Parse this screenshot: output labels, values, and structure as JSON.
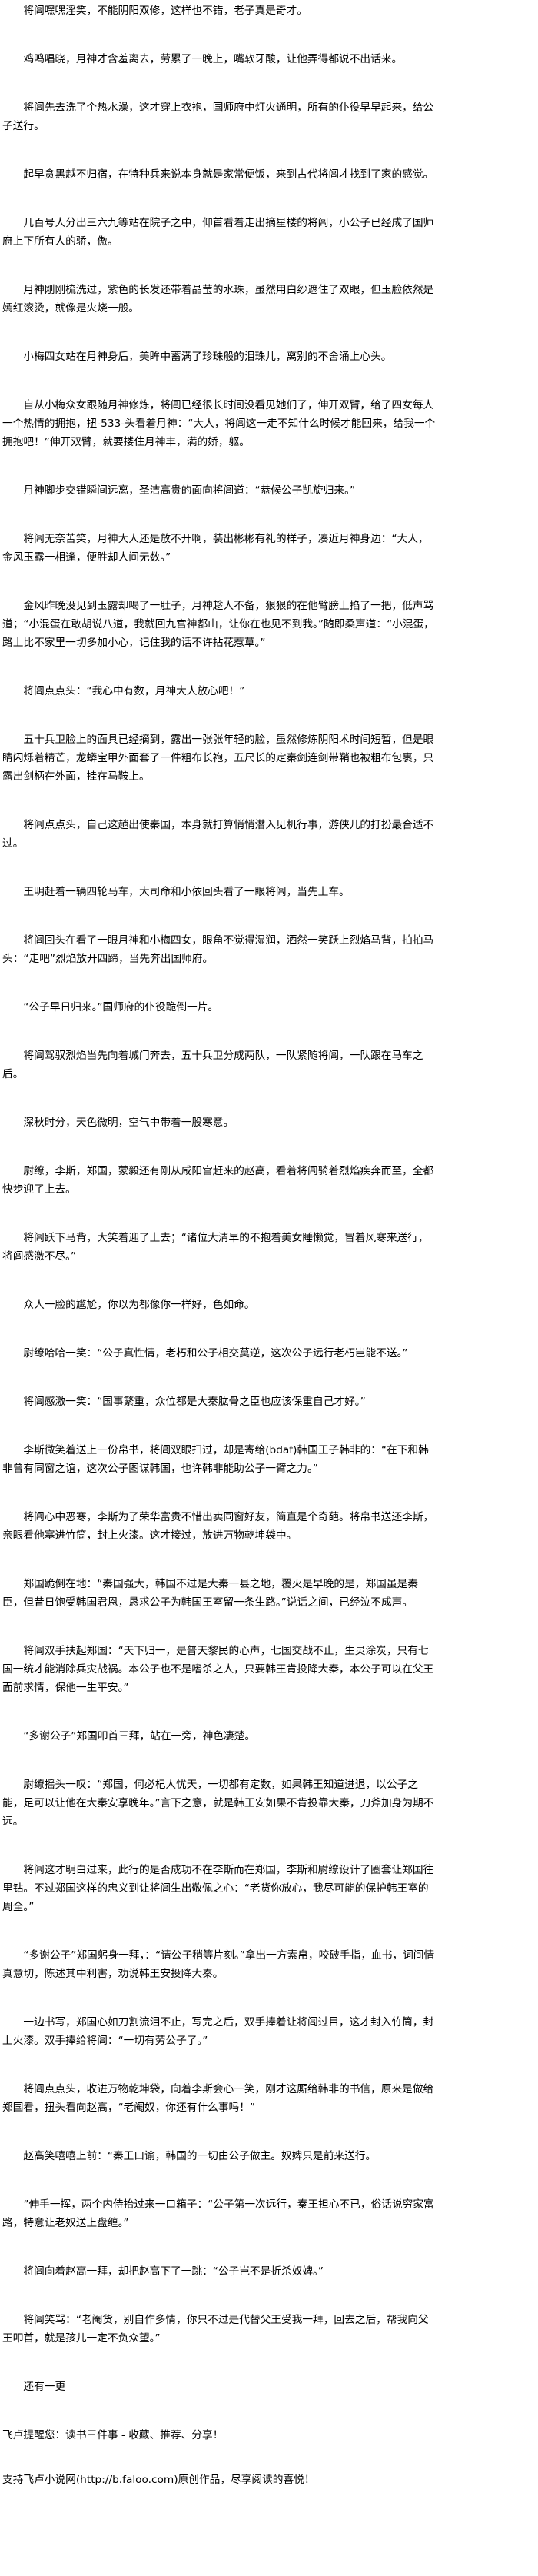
{
  "paragraphs": [
    "将闾嘿嘿淫笑，不能阴阳双修，这样也不错，老子真是奇才。",
    "鸡鸣唱晓，月神才含羞离去，劳累了一晚上，嘴软牙酸，让他弄得都说不出话来。",
    "将闾先去洗了个热水澡，这才穿上衣袍，国师府中灯火通明，所有的仆役早早起来，给公子送行。",
    "起早贪黑越不归宿，在特种兵来说本身就是家常便饭，来到古代将闾才找到了家的感觉。",
    "几百号人分出三六九等站在院子之中，仰首看着走出摘星楼的将闾，小公子已经成了国师府上下所有人的骄，傲。",
    "月神刚刚梳洗过，紫色的长发还带着晶莹的水珠，虽然用白纱遮住了双眼，但玉脸依然是嫣红滚烫，就像是火烧一般。",
    "小梅四女站在月神身后，美眸中蓄满了珍珠般的泪珠儿，离别的不舍涌上心头。",
    "自从小梅众女跟随月神修炼，将闾已经很长时间没看见她们了，伸开双臂，给了四女每人一个热情的拥抱，扭-533-头看着月神：“大人，将闾这一走不知什么时候才能回来，给我一个拥抱吧！”伸开双臂，就要搂住月神丰，满的娇，躯。",
    "月神脚步交错瞬间远离，圣洁高贵的面向将闾道：“恭候公子凯旋归来。”",
    "将闾无奈苦笑，月神大人还是放不开啊，装出彬彬有礼的样子，凑近月神身边：“大人，金风玉露一相逢，便胜却人间无数。”",
    "金风昨晚没见到玉露却喝了一肚子，月神趁人不备，狠狠的在他臂膀上掐了一把，低声骂道；“小混蛋在敢胡说八道，我就回九宫神都山，让你在也见不到我。”随即柔声道：“小混蛋，路上比不家里一切多加小心，记住我的话不许拈花惹草。”",
    "将闾点点头：“我心中有数，月神大人放心吧！”",
    "五十兵卫脸上的面具已经摘到，露出一张张年轻的脸，虽然修炼阴阳术时间短暂，但是眼睛闪烁着精芒，龙蟒宝甲外面套了一件粗布长袍，五尺长的定秦剑连剑带鞘也被粗布包裹，只露出剑柄在外面，挂在马鞍上。",
    "将闾点点头，自己这趟出使秦国，本身就打算悄悄潜入见机行事，游侠儿的打扮最合适不过。",
    "王明赶着一辆四轮马车，大司命和小依回头看了一眼将闾，当先上车。",
    "将闾回头在看了一眼月神和小梅四女，眼角不觉得湿润，洒然一笑跃上烈焰马背，拍拍马头：“走吧”烈焰放开四蹄，当先奔出国师府。",
    "“公子早日归来。”国师府的仆役跪倒一片。",
    "将闾驾驭烈焰当先向着城门奔去，五十兵卫分成两队，一队紧随将闾，一队跟在马车之后。",
    "深秋时分，天色微明，空气中带着一股寒意。",
    "尉缭，李斯，郑国，蒙毅还有刚从咸阳宫赶来的赵高，看着将闾骑着烈焰疾奔而至，全都快步迎了上去。",
    "将闾跃下马背，大笑着迎了上去；“诸位大清早的不抱着美女睡懒觉，冒着风寒来送行，将闾感激不尽。”",
    "众人一脸的尴尬，你以为都像你一样好，色如命。",
    "尉缭哈哈一笑：“公子真性情，老朽和公子相交莫逆，这次公子远行老朽岂能不送。”",
    "将闾感激一笑：“国事繁重，众位都是大秦肱骨之臣也应该保重自己才好。”",
    "李斯微笑着送上一份帛书，将闾双眼扫过，却是寄给(bdaf)韩国王子韩非的：“在下和韩非曾有同窗之谊，这次公子图谋韩国，也许韩非能助公子一臂之力。”",
    "将闾心中恶寒，李斯为了荣华富贵不惜出卖同窗好友，简直是个奇葩。将帛书送还李斯，亲眼看他塞进竹筒，封上火漆。这才接过，放进万物乾坤袋中。",
    "郑国跪倒在地：“秦国强大，韩国不过是大秦一县之地，覆灭是早晚的是，郑国虽是秦臣，但昔日饱受韩国君恩，恳求公子为韩国王室留一条生路。”说话之间，已经泣不成声。",
    "将闾双手扶起郑国：“天下归一，是普天黎民的心声，七国交战不止，生灵涂炭，只有七国一统才能消除兵灾战祸。本公子也不是嗜杀之人，只要韩王肯投降大秦，本公子可以在父王面前求情，保他一生平安。”",
    "“多谢公子”郑国叩首三拜，站在一旁，神色凄楚。",
    "尉缭摇头一叹：“郑国，何必杞人忧天，一切都有定数，如果韩王知道进退，以公子之能，足可以让他在大秦安享晚年。”言下之意，就是韩王安如果不肯投靠大秦，刀斧加身为期不远。",
    "将闾这才明白过来，此行的是否成功不在李斯而在郑国，李斯和尉缭设计了圈套让郑国往里钻。不过郑国这样的忠义到让将闾生出敬佩之心：“老货你放心，我尽可能的保护韩王室的周全。”",
    "“多谢公子”郑国躬身一拜，：“请公子稍等片刻。”拿出一方素帛，咬破手指，血书，词间情真意切，陈述其中利害，劝说韩王安投降大秦。",
    "一边书写，郑国心如刀割流泪不止，写完之后，双手捧着让将闾过目，这才封入竹筒，封上火漆。双手捧给将闾：“一切有劳公子了。”",
    "将闾点点头，收进万物乾坤袋，向着李斯会心一笑，刚才这厮给韩非的书信，原来是做给郑国看，扭头看向赵高，“老阉奴，你还有什么事吗！”",
    "赵高笑嘻嘻上前：“秦王口谕，韩国的一切由公子做主。奴婢只是前来送行。",
    "”伸手一挥，两个内侍抬过来一口箱子：“公子第一次远行，秦王担心不已，俗话说穷家富路，特意让老奴送上盘缠。”",
    "将闾向着赵高一拜，却把赵高下了一跳：“公子岂不是折杀奴婢。”",
    "将闾笑骂：“老阉货，别自作多情，你只不过是代替父王受我一拜，回去之后，帮我向父王叩首，就是孩儿一定不负众望。”",
    "还有一更"
  ],
  "footer": {
    "reminder": "飞卢提醒您：读书三件事 - 收藏、推荐、分享！",
    "support": "支持飞卢小说网(http://b.faloo.com)原创作品，尽享阅读的喜悦！"
  }
}
